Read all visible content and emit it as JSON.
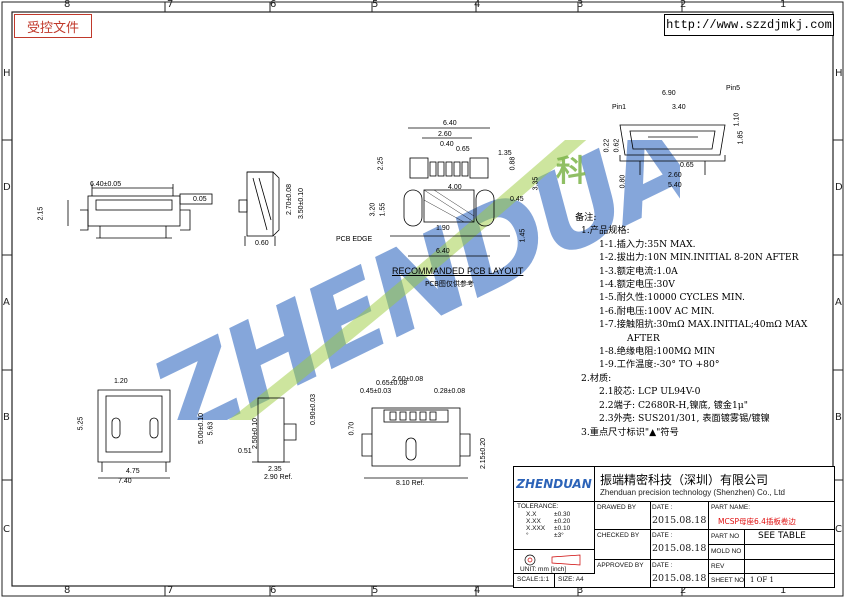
{
  "frame": {
    "top_numbers": [
      "8",
      "7",
      "6",
      "5",
      "4",
      "3",
      "2",
      "1"
    ],
    "bottom_numbers": [
      "8",
      "7",
      "6",
      "5",
      "4",
      "3",
      "2",
      "1"
    ],
    "side_letters": [
      "H",
      "D",
      "A",
      "B",
      "C"
    ]
  },
  "stamp_label": "受控文件",
  "url": "http://www.szzdjmkj.com",
  "watermark": {
    "text": "ZHENDUAN",
    "accent_text": "科"
  },
  "drawing": {
    "layout_title": "RECOMMANDED PCB LAYOUT",
    "layout_subtitle": "PCB图仅供参考",
    "pcb_edge": "PCB EDGE",
    "pin1": "Pin1",
    "pin5": "Pin5",
    "dims": {
      "d640a": "6.40±0.05",
      "d215": "2.15",
      "d005": "0.05",
      "d270": "2.70±0.08",
      "d350": "3.50±0.10",
      "d060": "0.60",
      "d640b": "6.40",
      "d260": "2.60",
      "d040": "0.40",
      "d065a": "0.65",
      "d225": "2.25",
      "d135": "1.35",
      "d088": "0.88",
      "d400": "4.00",
      "d320": "3.20",
      "d155": "1.55",
      "d335": "3.35",
      "d045": "0.45",
      "d145": "1.45",
      "d190": "1.90",
      "d640c": "6.40",
      "d690": "6.90",
      "d340": "3.40",
      "d110": "1.10",
      "d022": "0.22",
      "d062": "0.62",
      "d185": "1.85",
      "d065b": "0.65",
      "d260b": "2.60",
      "d080": "0.80",
      "d540": "5.40",
      "d120": "1.20",
      "d525": "5.25",
      "d500": "5.00±0.10",
      "d563": "5.63",
      "d475": "4.75",
      "d740": "7.40",
      "d065c": "0.65±0.08",
      "d260c": "2.60±0.08",
      "d028": "0.28±0.08",
      "d045b": "0.45±0.03",
      "d090": "0.90±0.03",
      "d250": "2.50±0.10",
      "d051": "0.51",
      "d235": "2.35",
      "d290": "2.90 Ref.",
      "d070": "0.70",
      "d810": "8.10 Ref.",
      "d215b": "2.15±0.20"
    }
  },
  "notes": {
    "heading": "备注:",
    "lines": [
      {
        "level": 1,
        "text": "1.产品规格:"
      },
      {
        "level": 2,
        "text": "1-1.插入力:35N MAX."
      },
      {
        "level": 2,
        "text": "1-2.拔出力:10N MIN.INITIAL 8-20N AFTER"
      },
      {
        "level": 2,
        "text": "1-3.额定电流:1.0A"
      },
      {
        "level": 2,
        "text": "1-4.额定电压:30V"
      },
      {
        "level": 2,
        "text": "1-5.耐久性:10000 CYCLES MIN."
      },
      {
        "level": 2,
        "text": "1-6.耐电压:100V AC MIN."
      },
      {
        "level": 2,
        "text": "1-7.接触阻抗:30mΩ MAX.INITIAL;40mΩ MAX"
      },
      {
        "level": 3,
        "text": "AFTER"
      },
      {
        "level": 2,
        "text": "1-8.绝缘电阻:100MΩ MIN"
      },
      {
        "level": 2,
        "text": "1-9.工作温度:-30° TO +80°"
      },
      {
        "level": 1,
        "text": "2.材质:"
      },
      {
        "level": 2,
        "text": "2.1胶芯: LCP UL94V-0"
      },
      {
        "level": 2,
        "text": "2.2端子: C2680R-H,镍底, 镀金1μ\""
      },
      {
        "level": 2,
        "text": "2.3外壳: SUS201/301, 表面镀雾锡/镀镍"
      },
      {
        "level": 1,
        "text": "3.重点尺寸标识\"▲\"符号"
      }
    ]
  },
  "title_block": {
    "logo": "ZHENDUAN",
    "company_cn": "振端精密科技（深圳）有限公司",
    "company_en": "Zhenduan precision technology (Shenzhen) Co., Ltd",
    "tolerance_label": "TOLERANCE:",
    "tolerances": [
      {
        "key": "X.X",
        "val": "±0.30"
      },
      {
        "key": "X.XX",
        "val": "±0.20"
      },
      {
        "key": "X.XXX",
        "val": "±0.10"
      },
      {
        "key": "°",
        "val": "±3°"
      }
    ],
    "unit_label": "UNIT: mm [inch]",
    "scale_label": "SCALE:1:1",
    "size_label": "SIZE: A4",
    "drawn_by": "DRAWED BY",
    "checked_by": "CHECKED BY",
    "approved_by": "APPROVED BY",
    "date_label": "DATE :",
    "date_value": "2015.08.18",
    "part_name_label": "PART NAME:",
    "part_name": "MCSP母座6.4插板卷边",
    "part_no_label": "PART NO",
    "part_no": "SEE TABLE",
    "mold_no_label": "MOLD NO",
    "rev_label": "REV",
    "sheet_label": "SHEET NO",
    "sheet_value": "1 OF 1"
  }
}
